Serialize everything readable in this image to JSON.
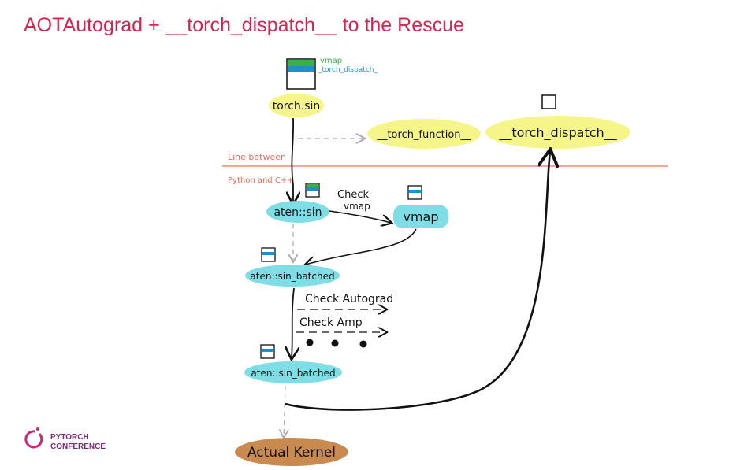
{
  "title": "AOTAutograd + __torch_dispatch__ to the Rescue",
  "legend": {
    "top": "vmap",
    "bottom": "_torch_dispatch_"
  },
  "nodes": {
    "torch_sin": "torch.sin",
    "torch_function": "__torch_function__",
    "torch_dispatch": "__torch_dispatch__",
    "aten_sin": "aten::sin",
    "vmap": "vmap",
    "aten_sin_batched_1": "aten::sin_batched",
    "aten_sin_batched_2": "aten::sin_batched",
    "actual_kernel": "Actual Kernel"
  },
  "annotations": {
    "line_between_1": "Line between",
    "line_between_2": "Python and C++",
    "check_vmap_1": "Check",
    "check_vmap_2": "vmap",
    "check_autograd": "Check Autograd",
    "check_amp": "Check Amp"
  },
  "logo": {
    "line1": "PYTORCH",
    "line2": "CONFERENCE"
  },
  "colors": {
    "title": "#d6254d",
    "yellow_highlight": "#f5f58a",
    "cyan_highlight": "#7fdde6",
    "kernel": "#c98a50",
    "separator": "#e07060",
    "vmap_green": "#3fae49",
    "dispatch_blue": "#1e90d0"
  }
}
